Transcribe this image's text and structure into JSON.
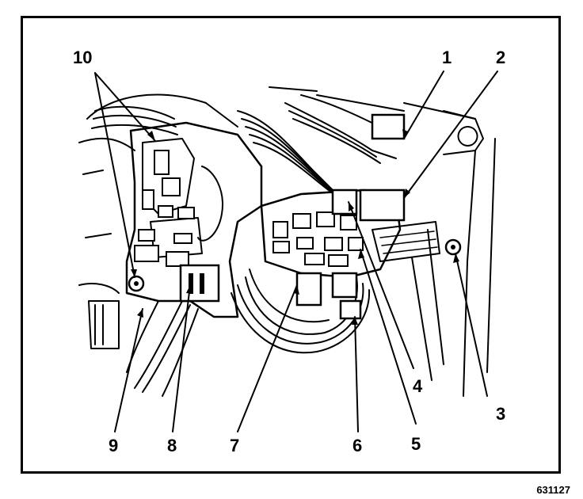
{
  "figure": {
    "figure_id": "631127",
    "callouts": [
      {
        "id": "c1",
        "label": "1"
      },
      {
        "id": "c2",
        "label": "2"
      },
      {
        "id": "c3",
        "label": "3"
      },
      {
        "id": "c4",
        "label": "4"
      },
      {
        "id": "c5",
        "label": "5"
      },
      {
        "id": "c6",
        "label": "6"
      },
      {
        "id": "c7",
        "label": "7"
      },
      {
        "id": "c8",
        "label": "8"
      },
      {
        "id": "c9",
        "label": "9"
      },
      {
        "id": "c10",
        "label": "10"
      }
    ]
  },
  "colors": {
    "ink": "#000000",
    "paper": "#ffffff"
  }
}
